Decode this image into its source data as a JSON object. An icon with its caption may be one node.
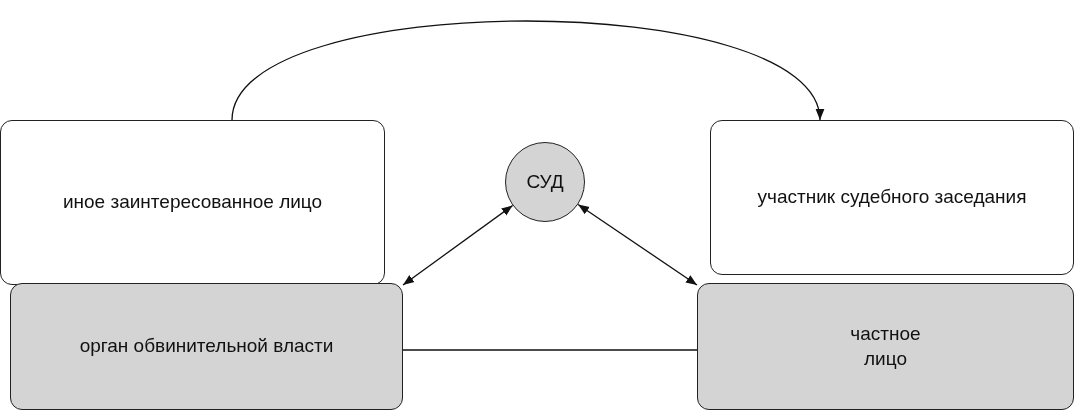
{
  "diagram": {
    "nodes": [
      {
        "text": [
          "иное заинтересованное лицо"
        ]
      },
      {
        "text": [
          "СУД"
        ]
      },
      {
        "text": [
          "участник судебного заседания"
        ]
      },
      {
        "text": [
          "орган обвинительной власти"
        ]
      },
      {
        "text": [
          "частное лицо"
        ]
      }
    ],
    "edges": [
      {
        "from": 0,
        "to": 2,
        "arrow": "to"
      },
      {
        "from": 1,
        "to": 3,
        "arrow": "both"
      },
      {
        "from": 1,
        "to": 4,
        "arrow": "both"
      },
      {
        "from": 3,
        "to": 4,
        "arrow": "none"
      }
    ]
  }
}
